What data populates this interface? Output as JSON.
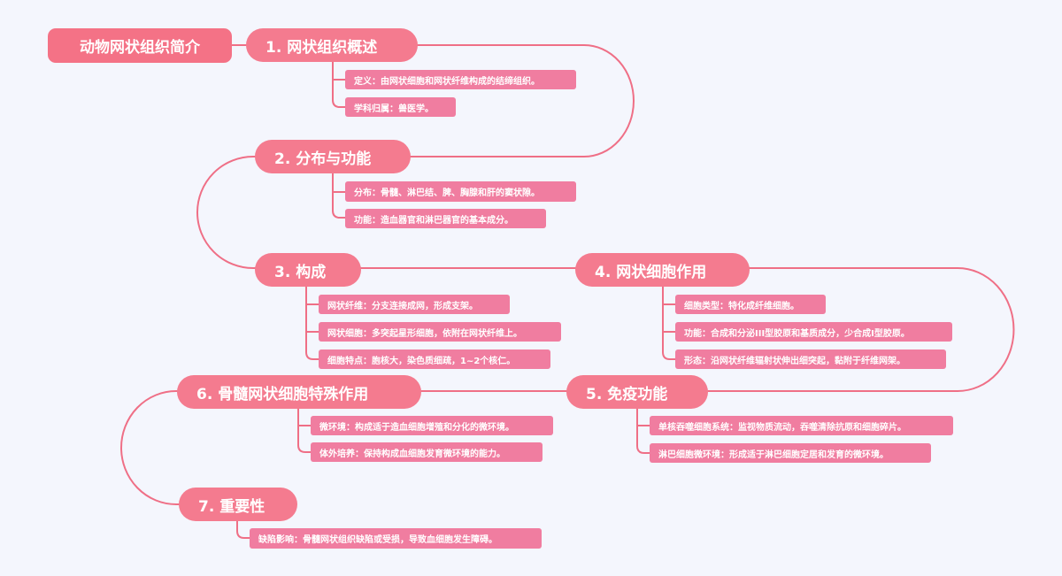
{
  "root": {
    "label": "动物网状组织简介"
  },
  "topics": [
    {
      "label": "1.  网状组织概述",
      "items": [
        {
          "label": "定义：由网状细胞和网状纤维构成的结缔组织。"
        },
        {
          "label": "学科归属：兽医学。"
        }
      ]
    },
    {
      "label": "2.  分布与功能",
      "items": [
        {
          "label": "分布：骨髓、淋巴结、脾、胸腺和肝的窦状隙。"
        },
        {
          "label": "功能：造血器官和淋巴器官的基本成分。"
        }
      ]
    },
    {
      "label": "3.  构成",
      "items": [
        {
          "label": "网状纤维：分支连接成网，形成支架。"
        },
        {
          "label": "网状细胞：多突起星形细胞，依附在网状纤维上。"
        },
        {
          "label": "细胞特点：胞核大，染色质细疏，1~2个核仁。"
        }
      ]
    },
    {
      "label": "4.  网状细胞作用",
      "items": [
        {
          "label": "细胞类型：特化成纤维细胞。"
        },
        {
          "label": "功能：合成和分泌III型胶原和基质成分，少合成I型胶原。"
        },
        {
          "label": "形态：沿网状纤维辐射状伸出细突起，黏附于纤维网架。"
        }
      ]
    },
    {
      "label": "5.  免疫功能",
      "items": [
        {
          "label": "单核吞噬细胞系统：监视物质流动，吞噬清除抗原和细胞碎片。"
        },
        {
          "label": "淋巴细胞微环境：形成适于淋巴细胞定居和发育的微环境。"
        }
      ]
    },
    {
      "label": "6.  骨髓网状细胞特殊作用",
      "items": [
        {
          "label": "微环境：构成适于造血细胞增殖和分化的微环境。"
        },
        {
          "label": "体外培养：保持构成血细胞发育微环境的能力。"
        }
      ]
    },
    {
      "label": "7.  重要性",
      "items": [
        {
          "label": "缺陷影响：骨髓网状组织缺陷或受损，导致血细胞发生障碍。"
        }
      ]
    }
  ],
  "colors": {
    "background": "#f4f6fd",
    "root": "#f47286",
    "topic": "#f47b8f",
    "leaf": "#f07da0",
    "line": "#ef6f86"
  }
}
